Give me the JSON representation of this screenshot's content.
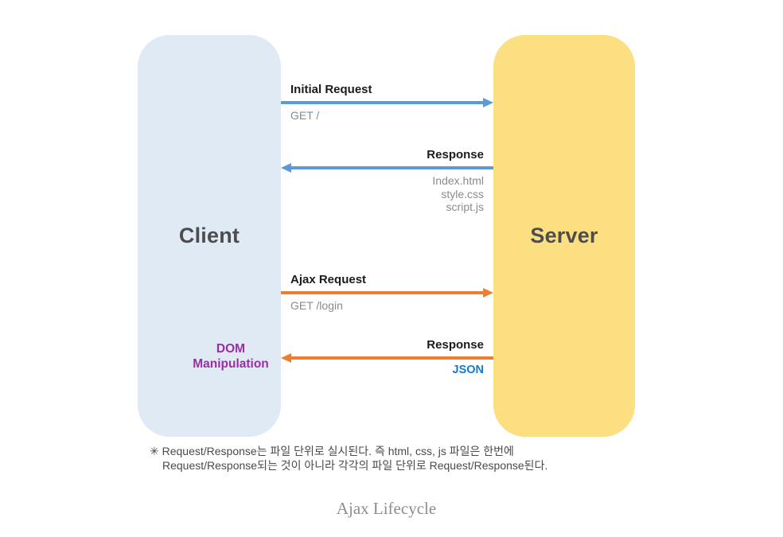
{
  "title": "Ajax Lifecycle",
  "client": {
    "label": "Client"
  },
  "server": {
    "label": "Server"
  },
  "messages": [
    {
      "label": "Initial Request",
      "sub": "GET /",
      "direction": "right",
      "color": "#5b9bd5"
    },
    {
      "label": "Response",
      "files": [
        "Index.html",
        "style.css",
        "script.js"
      ],
      "direction": "left",
      "color": "#5b9bd5"
    },
    {
      "label": "Ajax Request",
      "sub": "GET /login",
      "direction": "right",
      "color": "#ed7d31"
    },
    {
      "label": "Response",
      "sub": "JSON",
      "direction": "left",
      "color": "#ed7d31",
      "sub_color": "#1679d2"
    }
  ],
  "dom_manipulation": {
    "line1": "DOM",
    "line2": "Manipulation"
  },
  "note": {
    "marker": "✳",
    "line1": "Request/Response는 파일 단위로 실시된다. 즉 html, css, js 파일은 한번에",
    "line2": "Request/Response되는 것이 아니라 각각의 파일 단위로 Request/Response된다."
  },
  "colors": {
    "client_box": "#dfeaf5",
    "server_box": "#fcdf80",
    "http_arrow": "#5b9bd5",
    "ajax_arrow": "#ed7d31",
    "json_text": "#1679d2",
    "dom_text": "#9b2fa0",
    "title_text": "#8d8d8d"
  }
}
